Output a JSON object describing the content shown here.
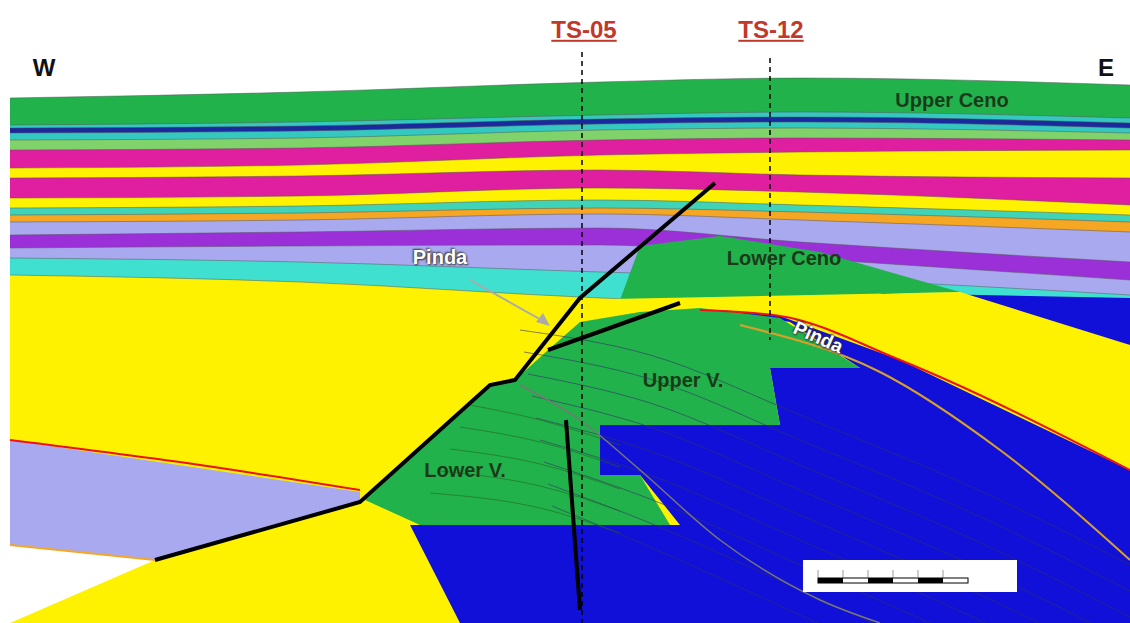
{
  "diagram": {
    "labels": [
      "W",
      "E",
      "TS-05",
      "TS-12",
      "Upper Ceno",
      "Lower Ceno",
      "Pinda",
      "Pinda",
      "Upper V.",
      "Lower V."
    ]
  }
}
